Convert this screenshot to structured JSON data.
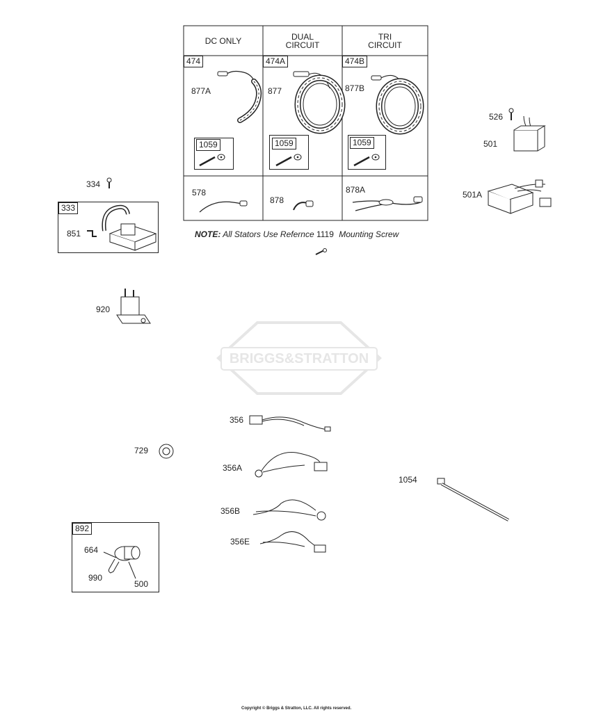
{
  "stator_table": {
    "columns": [
      {
        "header_line1": "DC ONLY",
        "header_line2": "",
        "kit_ref": "474",
        "stator_ref": "877A",
        "hardware_ref": "1059",
        "lead_ref": "578"
      },
      {
        "header_line1": "DUAL",
        "header_line2": "CIRCUIT",
        "kit_ref": "474A",
        "stator_ref": "877",
        "hardware_ref": "1059",
        "lead_ref": "878"
      },
      {
        "header_line1": "TRI",
        "header_line2": "CIRCUIT",
        "kit_ref": "474B",
        "stator_ref": "877B",
        "hardware_ref": "1059",
        "lead_ref": "878A"
      }
    ],
    "note_prefix": "NOTE:",
    "note_text": "All Stators Use Refernce",
    "note_ref": "1119",
    "note_suffix": "Mounting Screw"
  },
  "parts": {
    "p526": "526",
    "p501": "501",
    "p501a": "501A",
    "p334": "334",
    "p333": "333",
    "p851": "851",
    "p920": "920",
    "p356": "356",
    "p356a": "356A",
    "p356b": "356B",
    "p356e": "356E",
    "p729": "729",
    "p1054": "1054",
    "p892": "892",
    "p664": "664",
    "p990": "990",
    "p500": "500"
  },
  "watermark": {
    "line": "BRIGGS&STRATTON"
  },
  "footer": {
    "copyright": "Copyright © Briggs & Stratton, LLC. All rights reserved."
  },
  "colors": {
    "line": "#222222",
    "watermark": "#e6e6e6"
  }
}
